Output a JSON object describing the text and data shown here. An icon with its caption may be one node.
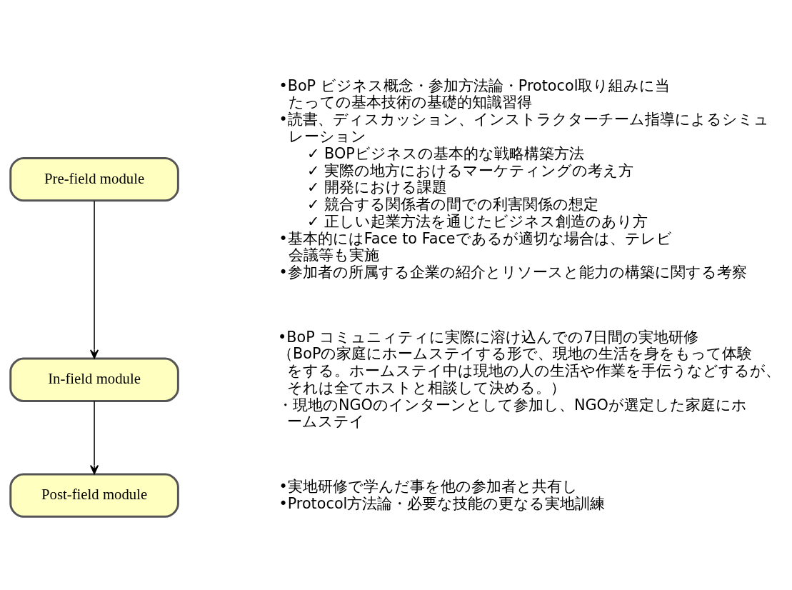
{
  "diagram": {
    "nodes": [
      {
        "text": [
          "Pre-field module"
        ],
        "beside": [
          "•BoP ビジネス概念・参加方法論・Protocol取り組みに当たっての基本技術の基礎的知識習得",
          "•読書、ディスカッション、インストラクターチーム指導によるシミュレーション",
          "✓ BOPビジネスの基本的な戦略構築方法",
          "✓ 実際の地方におけるマーケティングの考え方",
          "✓ 開発における課題",
          "✓ 競合する関係者の間での利害関係の想定",
          "✓ 正しい起業方法を通じたビジネス創造のあり方",
          "•基本的にはFace to Faceであるが適切な場合は、テレビ会議等も実施",
          "•参加者の所属する企業の紹介とリソースと能力の構築に関する考察"
        ]
      },
      {
        "text": [
          "In-field module"
        ],
        "beside": [
          "•BoP コミュニィティに実際に溶け込んでの7日間の実地研修",
          "（BoPの家庭にホームステイする形で、現地の生活を身をもって体験をする。ホームステイ中は現地の人の生活や作業を手伝うなどするが、それは全てホストと相談して決める。）",
          "・現地のNGOのインターンとして参加し、NGOが選定した家庭にホームステイ"
        ]
      },
      {
        "text": [
          "Post-field module"
        ],
        "beside": [
          "•実地研修で学んだ事を他の参加者と共有し",
          "•Protocol方法論・必要な技能の更なる実地訓練"
        ]
      }
    ],
    "edges": [
      {
        "from": 0,
        "to": 1,
        "arrow": "to"
      },
      {
        "from": 1,
        "to": 2,
        "arrow": "to"
      }
    ]
  }
}
